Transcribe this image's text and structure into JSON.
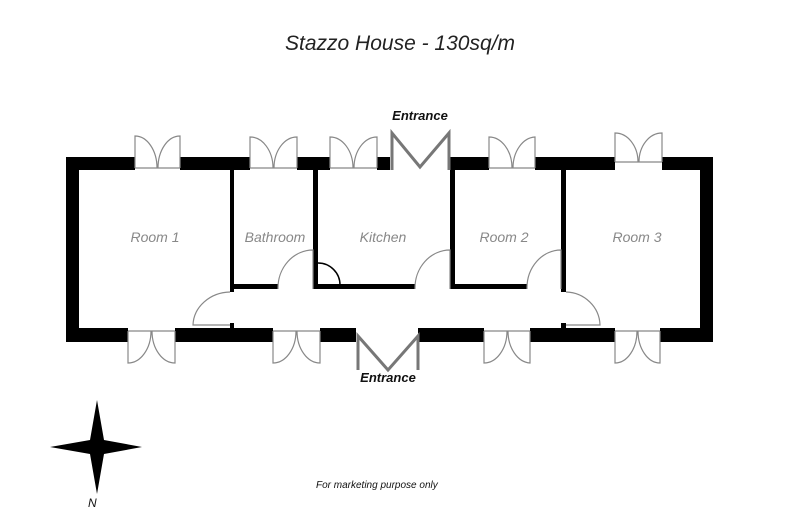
{
  "title": "Stazzo House - 130sq/m",
  "rooms": [
    "Room 1",
    "Bathroom",
    "Kitchen",
    "Room 2",
    "Room 3"
  ],
  "entrance_top": "Entrance",
  "entrance_bottom": "Entrance",
  "note": "For marketing purpose only",
  "compass": {
    "north": "N"
  },
  "colors": {
    "wall": "#000000",
    "door": "#777777",
    "label": "#888888"
  }
}
